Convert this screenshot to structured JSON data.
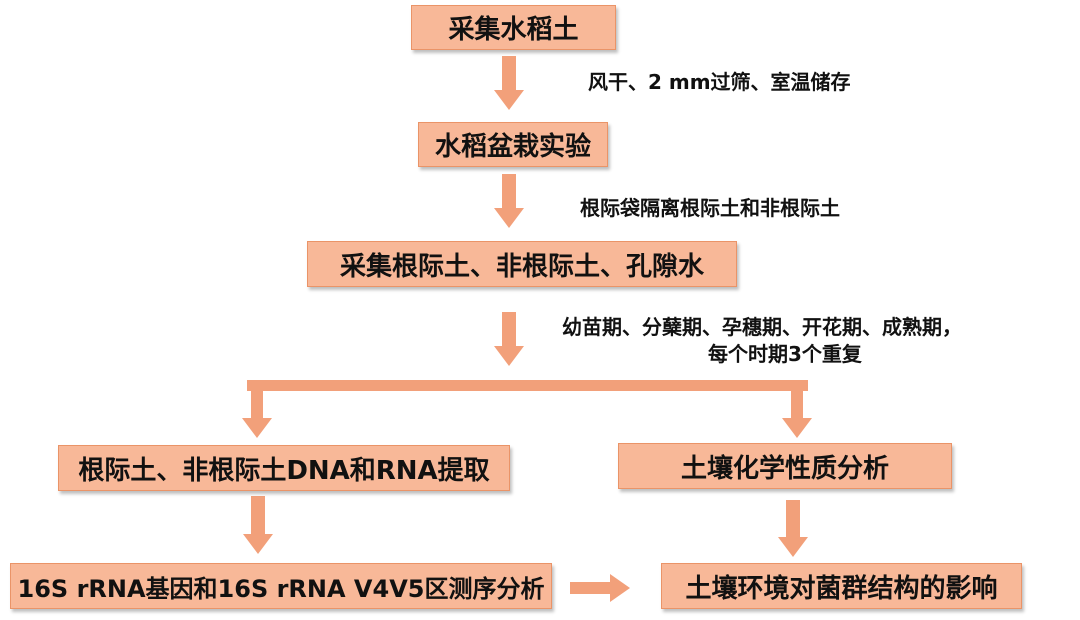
{
  "colors": {
    "box_fill": "#f8b898",
    "box_border": "#ea9468",
    "arrow": "#f2a07a",
    "text": "#111111"
  },
  "boxes": {
    "collect_soil": "采集水稻土",
    "pot_experiment": "水稻盆栽实验",
    "collect_samples": "采集根际土、非根际土、孔隙水",
    "dna_rna_extraction": "根际土、非根际土DNA和RNA提取",
    "soil_chemistry": "土壤化学性质分析",
    "sequencing": "16S rRNA基因和16S rRNA V4V5区测序分析",
    "community_impact": "土壤环境对菌群结构的影响"
  },
  "notes": {
    "step1": "风干、2 mm过筛、室温储存",
    "step2": "根际袋隔离根际土和非根际土",
    "step3_line1": "幼苗期、分蘖期、孕穗期、开花期、成熟期，",
    "step3_line2": "每个时期3个重复"
  }
}
